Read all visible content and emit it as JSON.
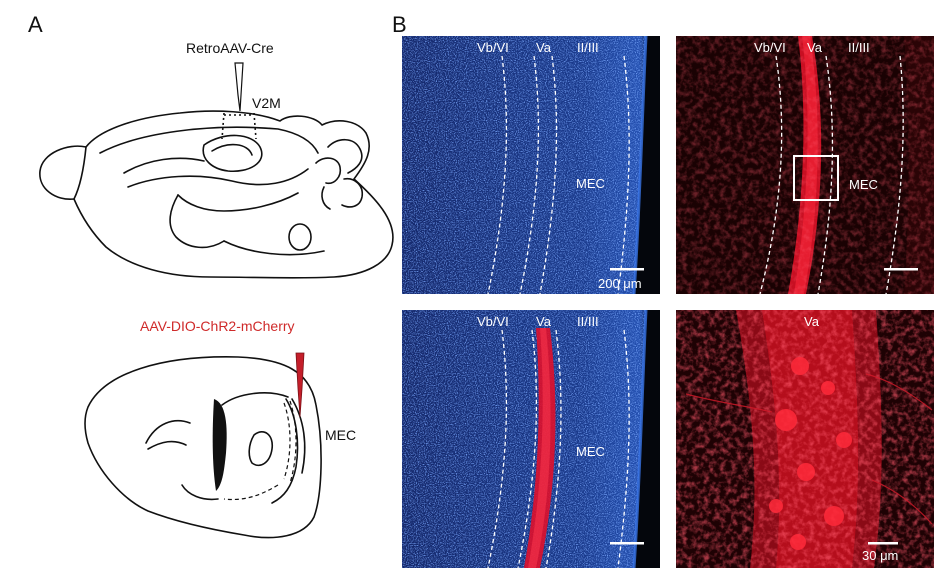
{
  "panels": {
    "a": {
      "letter": "A",
      "injection_top": "RetroAAV-Cre",
      "target_top": "V2M",
      "injection_bottom": "AAV-DIO-ChR2-mCherry",
      "region_bottom": "MEC"
    },
    "b": {
      "letter": "B",
      "layer_deep": "Vb/VI",
      "layer_va": "Va",
      "layer_superficial": "II/III",
      "region": "MEC",
      "scale_200": "200 μm",
      "scale_30": "30 μm",
      "zoom_layer": "Va"
    }
  },
  "colors": {
    "dapi_blue": "#1a3a8c",
    "mcherry_red": "#e0102a",
    "injection_red": "#c41e2a"
  }
}
